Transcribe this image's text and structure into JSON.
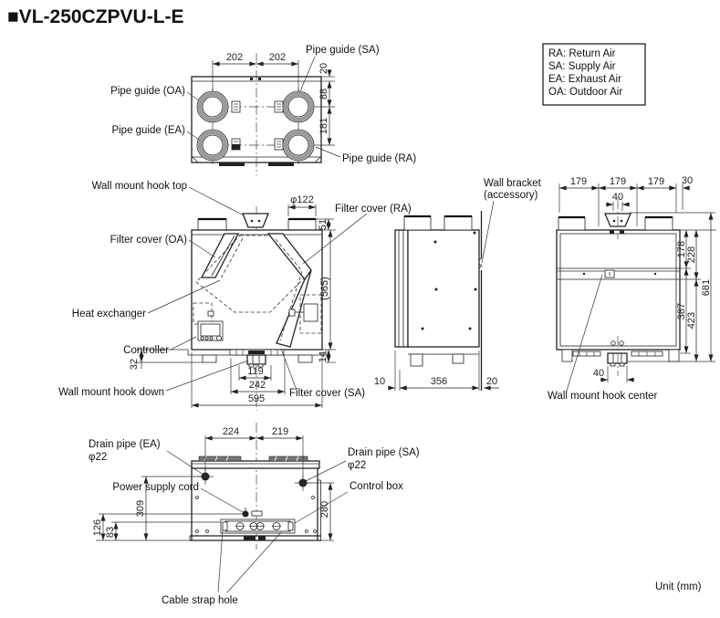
{
  "title": "■VL-250CZPVU-L-E",
  "unit_note": "Unit (mm)",
  "legend": {
    "l1": "RA: Return Air",
    "l2": "SA: Supply Air",
    "l3": "EA: Exhaust Air",
    "l4": "OA: Outdoor Air"
  },
  "top_view": {
    "label_sa": "Pipe guide (SA)",
    "label_oa": "Pipe guide (OA)",
    "label_ea": "Pipe guide (EA)",
    "label_ra": "Pipe guide (RA)",
    "dim_202a": "202",
    "dim_202b": "202",
    "dim_20": "20",
    "dim_88": "88",
    "dim_181": "181"
  },
  "front_view": {
    "label_hook_top": "Wall mount hook top",
    "label_filter_oa": "Filter cover (OA)",
    "label_heat_exchanger": "Heat exchanger",
    "label_controller": "Controller",
    "label_hook_down": "Wall mount hook down",
    "label_filter_ra": "Filter cover (RA)",
    "label_filter_sa": "Filter cover (SA)",
    "dim_phi122": "φ122",
    "dim_51": "51",
    "dim_565": "(565)",
    "dim_14": "14",
    "dim_32": "32",
    "dim_119": "119",
    "dim_242": "242",
    "dim_595": "595"
  },
  "side_view": {
    "label_bracket_1": "Wall bracket",
    "label_bracket_2": "(accessory)",
    "dim_10": "10",
    "dim_356": "356",
    "dim_20": "20"
  },
  "rear_view": {
    "label_hook_center": "Wall mount hook center",
    "dim_179a": "179",
    "dim_179b": "179",
    "dim_179c": "179",
    "dim_30": "30",
    "dim_40_top": "40",
    "dim_178": "178",
    "dim_228": "228",
    "dim_681": "681",
    "dim_387": "387",
    "dim_423": "423",
    "dim_40_bottom": "40"
  },
  "bottom_view": {
    "label_drain_ea_1": "Drain pipe (EA)",
    "label_drain_ea_2": "φ22",
    "label_drain_sa_1": "Drain pipe (SA)",
    "label_drain_sa_2": "φ22",
    "label_power": "Power supply cord",
    "label_control": "Control box",
    "label_cable": "Cable strap hole",
    "dim_224": "224",
    "dim_219": "219",
    "dim_309": "309",
    "dim_126": "126",
    "dim_83": "83",
    "dim_280": "280"
  }
}
